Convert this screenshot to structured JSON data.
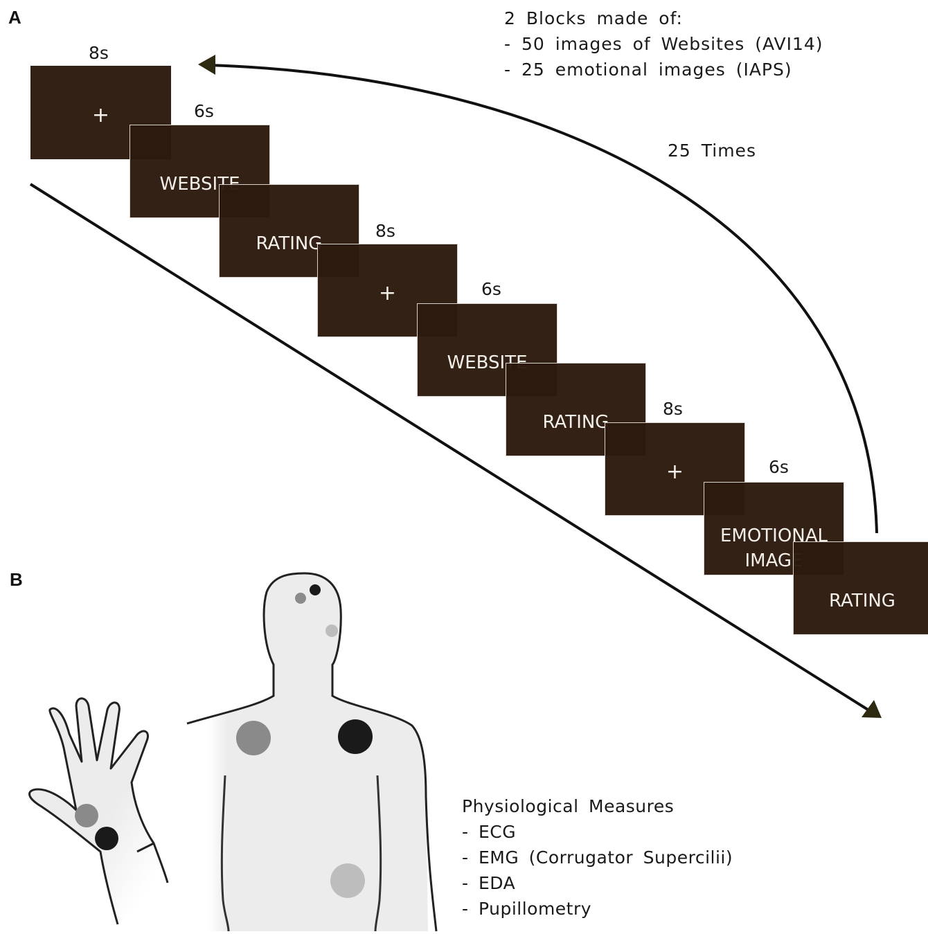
{
  "panel_a": {
    "label": "A",
    "block_note": {
      "line1": "2 Blocks made of:",
      "line2": "- 50 images of Websites (AVI14)",
      "line3": "- 25 emotional images (IAPS)"
    },
    "repeat_label": "25 Times",
    "trial_boxes": [
      {
        "text": "+",
        "duration": "8s",
        "kind": "fixation"
      },
      {
        "text": "WEBSITE",
        "duration": "6s",
        "kind": "stimulus"
      },
      {
        "text": "RATING",
        "duration": "",
        "kind": "rating"
      },
      {
        "text": "+",
        "duration": "8s",
        "kind": "fixation"
      },
      {
        "text": "WEBSITE",
        "duration": "6s",
        "kind": "stimulus"
      },
      {
        "text": "RATING",
        "duration": "",
        "kind": "rating"
      },
      {
        "text": "+",
        "duration": "8s",
        "kind": "fixation"
      },
      {
        "text": "EMOTIONAL IMAGE",
        "text_line1": "EMOTIONAL",
        "text_line2": "IMAGE",
        "duration": "6s",
        "kind": "stimulus"
      },
      {
        "text": "RATING",
        "duration": "",
        "kind": "rating"
      }
    ]
  },
  "panel_b": {
    "label": "B",
    "measures_title": "Physiological Measures",
    "measures": [
      "ECG",
      "EMG (Corrugator Supercilii)",
      "EDA",
      "Pupillometry"
    ]
  },
  "colors": {
    "box_fill": "#2c1a0e",
    "box_text": "#f3efe9",
    "arrow": "#2e2a12",
    "electrode_black": "#1a1a1a",
    "electrode_gray": "#8a8a8a",
    "electrode_light": "#bdbdbd",
    "body_fill": "#ececec"
  }
}
